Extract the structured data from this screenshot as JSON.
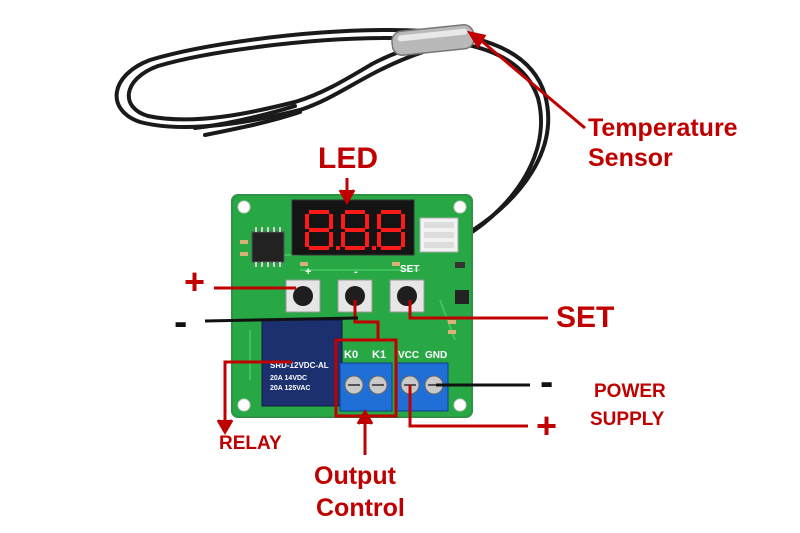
{
  "labels": {
    "led": "LED",
    "temp_line1": "Temperature",
    "temp_line2": "Sensor",
    "set": "SET",
    "relay": "RELAY",
    "output_line1": "Output",
    "output_line2": "Control",
    "power_line1": "POWER",
    "power_line2": "SUPPLY"
  },
  "signs": {
    "plus_button": "+",
    "minus_button": "-",
    "power_minus": "-",
    "power_plus": "+"
  },
  "board_silk": {
    "plus": "+",
    "minus": "-",
    "set": "SET",
    "k0": "K0",
    "k1": "K1",
    "vcc": "VCC",
    "gnd": "GND",
    "relay_rating1": "20A 14VDC",
    "relay_rating2": "20A 125VAC",
    "relay_model": "SRD-12VDC-AL"
  },
  "display": {
    "digits": "8.8.8"
  },
  "colors": {
    "label_red": "#c00000",
    "pcb_green": "#28a745",
    "terminal_blue": "#1f6fd6",
    "relay_blue": "#1c2f6e",
    "led_red": "#ff1a1a",
    "cable_black": "#1a1a1a"
  }
}
